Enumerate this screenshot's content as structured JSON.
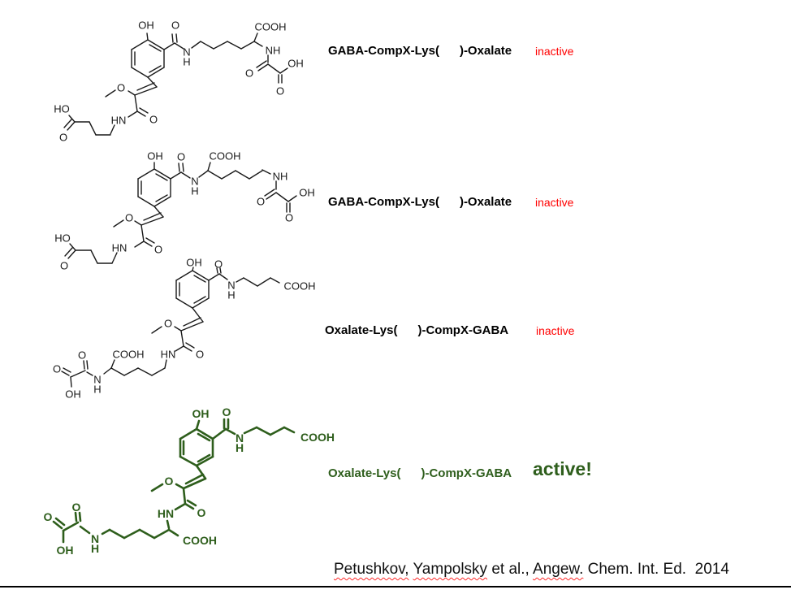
{
  "colors": {
    "structure_black": "#1a1a1a",
    "structure_green": "#2e5e1c",
    "status_red": "#ff0000",
    "rule_black": "#000000"
  },
  "rows": [
    {
      "name": "GABA-CompX-Lys(      )-Oxalate",
      "status": "inactive"
    },
    {
      "name": "GABA-CompX-Lys(      )-Oxalate",
      "status": "inactive"
    },
    {
      "name": "Oxalate-Lys(      )-CompX-GABA",
      "status": "inactive"
    },
    {
      "name": "Oxalate-Lys(      )-CompX-GABA",
      "status": "active!"
    }
  ],
  "citation": {
    "segments": [
      {
        "t": "Petushkov,",
        "wavy": true
      },
      {
        "t": " ",
        "wavy": false
      },
      {
        "t": "Yampolsky",
        "wavy": true
      },
      {
        "t": " et al., ",
        "wavy": false
      },
      {
        "t": "Angew.",
        "wavy": true
      },
      {
        "t": " Chem. Int. Ed.  2014",
        "wavy": false
      }
    ]
  },
  "molecules": [
    {
      "id": "structure-1-gaba-compx-lys-oxalate",
      "color": "#1a1a1a",
      "stroke": 1.4,
      "font_size": 13,
      "font_weight": "normal",
      "lines": [
        [
          182,
          49,
          202,
          61
        ],
        [
          202,
          61,
          202,
          83
        ],
        [
          202,
          83,
          182,
          95
        ],
        [
          182,
          95,
          162,
          83
        ],
        [
          162,
          83,
          162,
          61
        ],
        [
          162,
          61,
          182,
          49
        ],
        [
          184,
          55,
          198,
          63
        ],
        [
          198,
          81,
          184,
          89
        ],
        [
          166,
          80,
          166,
          64
        ],
        [
          182,
          49,
          181,
          41
        ],
        [
          202,
          61,
          215,
          53
        ],
        [
          213,
          52,
          212,
          42
        ],
        [
          218,
          52,
          217,
          42
        ],
        [
          215,
          53,
          226,
          60
        ],
        [
          236,
          59,
          247,
          51
        ],
        [
          247,
          51,
          263,
          60
        ],
        [
          263,
          60,
          280,
          51
        ],
        [
          280,
          51,
          297,
          60
        ],
        [
          297,
          60,
          313,
          51
        ],
        [
          313,
          51,
          317,
          41
        ],
        [
          313,
          51,
          323,
          57
        ],
        [
          330,
          68,
          330,
          77
        ],
        [
          330,
          79,
          318,
          87
        ],
        [
          328,
          75,
          316,
          83
        ],
        [
          330,
          79,
          345,
          90
        ],
        [
          345,
          90,
          354,
          84
        ],
        [
          343,
          92,
          343,
          102
        ],
        [
          347,
          92,
          347,
          102
        ],
        [
          182,
          95,
          193,
          107
        ],
        [
          193,
          107,
          166,
          117
        ],
        [
          190,
          102,
          169,
          111
        ],
        [
          166,
          117,
          158,
          112
        ],
        [
          142,
          111,
          130,
          119
        ],
        [
          166,
          117,
          169,
          137
        ],
        [
          169,
          137,
          179,
          143
        ],
        [
          172,
          133,
          182,
          139
        ],
        [
          169,
          137,
          158,
          144
        ],
        [
          141,
          154,
          136,
          165
        ],
        [
          136,
          166,
          118,
          166
        ],
        [
          118,
          166,
          110,
          150
        ],
        [
          110,
          150,
          92,
          150
        ],
        [
          92,
          150,
          85,
          142
        ],
        [
          92,
          150,
          83,
          160
        ],
        [
          88,
          147,
          79,
          157
        ]
      ],
      "labels": [
        [
          180,
          31,
          "OH"
        ],
        [
          216,
          31,
          "O"
        ],
        [
          333,
          33,
          "COOH"
        ],
        [
          230,
          64,
          "N"
        ],
        [
          230,
          76,
          "H"
        ],
        [
          336,
          62,
          "NH"
        ],
        [
          307,
          90,
          "O"
        ],
        [
          364,
          78,
          "OH"
        ],
        [
          345,
          112,
          "O"
        ],
        [
          149,
          108,
          "O"
        ],
        [
          189,
          147,
          "O"
        ],
        [
          146,
          148,
          "HN"
        ],
        [
          76,
          134,
          "HO"
        ],
        [
          78,
          169,
          "O"
        ]
      ]
    },
    {
      "id": "structure-2-gaba-compx-lys-oxalate",
      "color": "#1a1a1a",
      "stroke": 1.4,
      "font_size": 13,
      "font_weight": "normal",
      "lines": [
        [
          190,
          208,
          210,
          220
        ],
        [
          210,
          220,
          210,
          242
        ],
        [
          210,
          242,
          190,
          254
        ],
        [
          190,
          254,
          170,
          242
        ],
        [
          170,
          242,
          170,
          220
        ],
        [
          170,
          220,
          190,
          208
        ],
        [
          192,
          214,
          206,
          222
        ],
        [
          206,
          240,
          192,
          248
        ],
        [
          174,
          239,
          174,
          223
        ],
        [
          190,
          208,
          190,
          200
        ],
        [
          210,
          220,
          223,
          212
        ],
        [
          221,
          211,
          220,
          201
        ],
        [
          226,
          211,
          225,
          201
        ],
        [
          223,
          212,
          234,
          219
        ],
        [
          245,
          218,
          256,
          210
        ],
        [
          256,
          210,
          259,
          200
        ],
        [
          256,
          210,
          273,
          220
        ],
        [
          273,
          220,
          290,
          210
        ],
        [
          290,
          210,
          307,
          220
        ],
        [
          307,
          220,
          323,
          210
        ],
        [
          323,
          209,
          333,
          214
        ],
        [
          340,
          223,
          340,
          233
        ],
        [
          340,
          237,
          328,
          245
        ],
        [
          338,
          233,
          326,
          241
        ],
        [
          340,
          237,
          355,
          248
        ],
        [
          355,
          248,
          365,
          241
        ],
        [
          353,
          250,
          353,
          261
        ],
        [
          357,
          250,
          357,
          261
        ],
        [
          190,
          254,
          201,
          267
        ],
        [
          201,
          267,
          174,
          277
        ],
        [
          198,
          262,
          177,
          271
        ],
        [
          174,
          277,
          166,
          272
        ],
        [
          152,
          271,
          140,
          279
        ],
        [
          174,
          277,
          177,
          297
        ],
        [
          177,
          297,
          187,
          303
        ],
        [
          180,
          293,
          190,
          299
        ],
        [
          177,
          297,
          166,
          304
        ],
        [
          144,
          311,
          138,
          324
        ],
        [
          138,
          324,
          120,
          324
        ],
        [
          120,
          324,
          112,
          308
        ],
        [
          112,
          308,
          93,
          308
        ],
        [
          93,
          308,
          86,
          300
        ],
        [
          93,
          308,
          84,
          318
        ],
        [
          89,
          305,
          80,
          315
        ]
      ],
      "labels": [
        [
          191,
          192,
          "OH"
        ],
        [
          223,
          193,
          "O"
        ],
        [
          277,
          192,
          "COOH"
        ],
        [
          240,
          223,
          "N"
        ],
        [
          240,
          235,
          "H"
        ],
        [
          345,
          217,
          "NH"
        ],
        [
          321,
          248,
          "O"
        ],
        [
          378,
          237,
          "OH"
        ],
        [
          356,
          268,
          "O"
        ],
        [
          159,
          268,
          "O"
        ],
        [
          195,
          307,
          "O"
        ],
        [
          147,
          305,
          "HN"
        ],
        [
          77,
          293,
          "HO"
        ],
        [
          79,
          327,
          "O"
        ]
      ]
    },
    {
      "id": "structure-3-oxalate-lys-compx-gaba",
      "color": "#1a1a1a",
      "stroke": 1.4,
      "font_size": 13,
      "font_weight": "normal",
      "lines": [
        [
          237,
          333,
          257,
          345
        ],
        [
          257,
          345,
          257,
          367
        ],
        [
          257,
          367,
          237,
          379
        ],
        [
          237,
          379,
          217,
          367
        ],
        [
          217,
          367,
          217,
          345
        ],
        [
          217,
          345,
          237,
          333
        ],
        [
          239,
          339,
          253,
          347
        ],
        [
          253,
          365,
          239,
          373
        ],
        [
          221,
          364,
          221,
          348
        ],
        [
          237,
          333,
          238,
          329
        ],
        [
          257,
          345,
          270,
          337
        ],
        [
          268,
          336,
          267,
          330
        ],
        [
          272,
          336,
          271,
          330
        ],
        [
          270,
          337,
          280,
          344
        ],
        [
          291,
          347,
          300,
          342
        ],
        [
          300,
          342,
          317,
          352
        ],
        [
          317,
          352,
          333,
          342
        ],
        [
          333,
          342,
          344,
          348
        ],
        [
          237,
          379,
          250,
          396
        ],
        [
          250,
          396,
          223,
          407
        ],
        [
          247,
          391,
          226,
          401
        ],
        [
          223,
          407,
          215,
          402
        ],
        [
          199,
          402,
          187,
          410
        ],
        [
          223,
          407,
          226,
          426
        ],
        [
          226,
          426,
          236,
          432
        ],
        [
          229,
          422,
          239,
          428
        ],
        [
          226,
          426,
          216,
          432
        ],
        [
          205,
          443,
          203,
          453
        ],
        [
          203,
          453,
          187,
          462
        ],
        [
          187,
          462,
          170,
          453
        ],
        [
          170,
          453,
          153,
          462
        ],
        [
          153,
          462,
          137,
          453
        ],
        [
          137,
          453,
          141,
          443
        ],
        [
          137,
          453,
          128,
          460
        ],
        [
          114,
          462,
          107,
          458
        ],
        [
          104,
          454,
          103,
          444
        ],
        [
          108,
          454,
          107,
          444
        ],
        [
          105,
          456,
          87,
          464
        ],
        [
          85,
          462,
          76,
          457
        ],
        [
          87,
          458,
          78,
          453
        ],
        [
          87,
          464,
          88,
          476
        ]
      ],
      "labels": [
        [
          239,
          323,
          "OH"
        ],
        [
          269,
          325,
          "O"
        ],
        [
          285,
          351,
          "N"
        ],
        [
          285,
          363,
          "H"
        ],
        [
          369,
          352,
          "COOH"
        ],
        [
          207,
          398,
          "O"
        ],
        [
          246,
          436,
          "O"
        ],
        [
          207,
          436,
          "HN"
        ],
        [
          158,
          436,
          "COOH"
        ],
        [
          120,
          467,
          "N"
        ],
        [
          120,
          479,
          "H"
        ],
        [
          101,
          437,
          "O"
        ],
        [
          70,
          454,
          "O"
        ],
        [
          90,
          485,
          "OH"
        ]
      ]
    },
    {
      "id": "structure-4-oxalate-lys-compx-gaba-active",
      "color": "#2e5e1c",
      "stroke": 2.6,
      "font_size": 14,
      "font_weight": "bold",
      "lines": [
        [
          242,
          528,
          262,
          540
        ],
        [
          262,
          540,
          262,
          562
        ],
        [
          262,
          562,
          242,
          573
        ],
        [
          242,
          573,
          222,
          562
        ],
        [
          222,
          562,
          222,
          540
        ],
        [
          222,
          540,
          242,
          528
        ],
        [
          244,
          534,
          258,
          542
        ],
        [
          258,
          560,
          244,
          568
        ],
        [
          226,
          559,
          226,
          543
        ],
        [
          242,
          528,
          245,
          518
        ],
        [
          262,
          540,
          278,
          528
        ],
        [
          276,
          527,
          276,
          516
        ],
        [
          281,
          527,
          281,
          516
        ],
        [
          278,
          528,
          289,
          534
        ],
        [
          301,
          533,
          316,
          526
        ],
        [
          316,
          526,
          333,
          535
        ],
        [
          333,
          535,
          350,
          526
        ],
        [
          350,
          526,
          362,
          532
        ],
        [
          242,
          573,
          253,
          589
        ],
        [
          253,
          589,
          226,
          601
        ],
        [
          250,
          584,
          229,
          595
        ],
        [
          226,
          601,
          217,
          596
        ],
        [
          200,
          596,
          187,
          604
        ],
        [
          226,
          601,
          228,
          620
        ],
        [
          228,
          620,
          238,
          626
        ],
        [
          231,
          616,
          241,
          622
        ],
        [
          228,
          620,
          216,
          627
        ],
        [
          206,
          641,
          208,
          650
        ],
        [
          208,
          652,
          219,
          659
        ],
        [
          208,
          652,
          190,
          662
        ],
        [
          190,
          662,
          172,
          652
        ],
        [
          172,
          652,
          153,
          662
        ],
        [
          153,
          662,
          135,
          652
        ],
        [
          135,
          652,
          126,
          657
        ],
        [
          110,
          656,
          99,
          648
        ],
        [
          94,
          641,
          93,
          631
        ],
        [
          99,
          641,
          98,
          631
        ],
        [
          96,
          643,
          78,
          653
        ],
        [
          76,
          650,
          66,
          642
        ],
        [
          79,
          646,
          69,
          638
        ],
        [
          78,
          653,
          78,
          667
        ]
      ],
      "labels": [
        [
          247,
          509,
          "OH"
        ],
        [
          279,
          507,
          "O"
        ],
        [
          295,
          539,
          "N"
        ],
        [
          295,
          551,
          "H"
        ],
        [
          391,
          538,
          "COOH"
        ],
        [
          208,
          592,
          "O"
        ],
        [
          248,
          631,
          "O"
        ],
        [
          204,
          632,
          "HN"
        ],
        [
          246,
          665,
          "COOH"
        ],
        [
          117,
          663,
          "N"
        ],
        [
          117,
          675,
          "H"
        ],
        [
          94,
          624,
          "O"
        ],
        [
          59,
          636,
          "O"
        ],
        [
          80,
          677,
          "OH"
        ]
      ]
    }
  ]
}
